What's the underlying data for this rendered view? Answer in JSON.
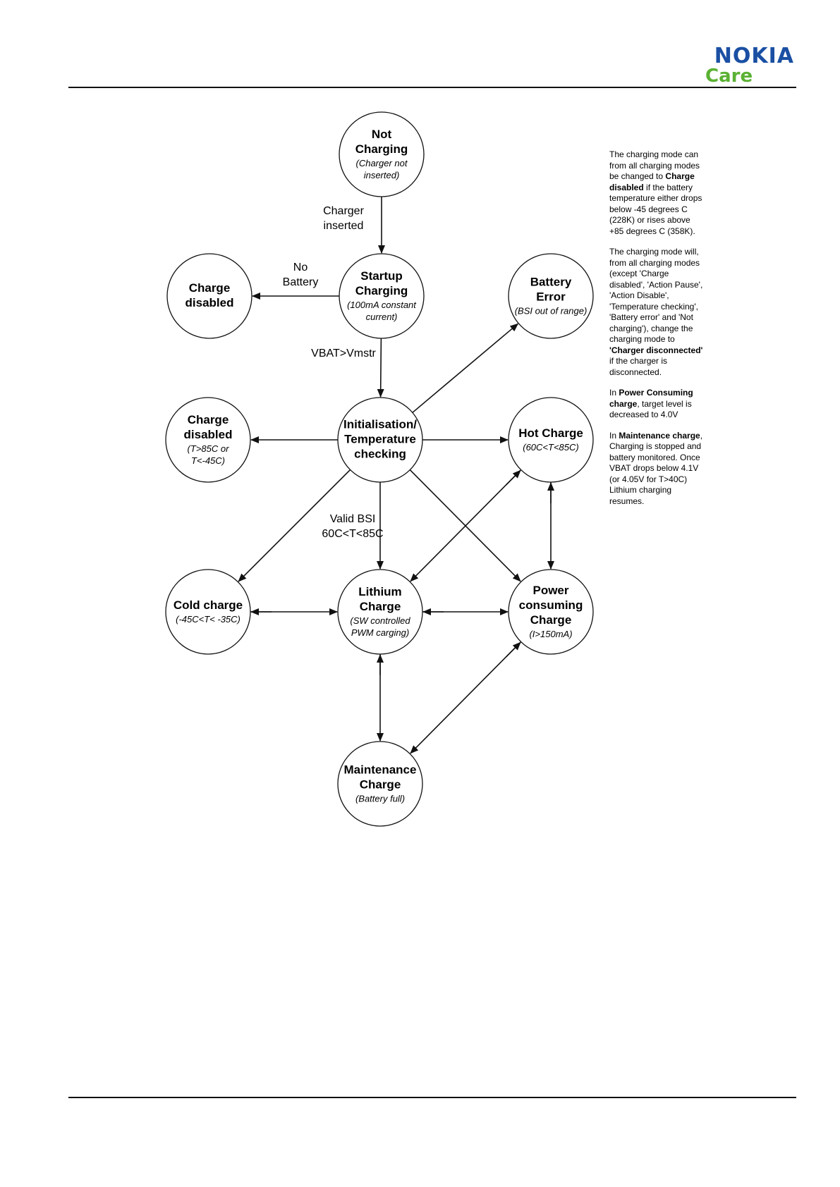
{
  "header": {
    "logo_word": "NOKIA",
    "logo_sub": "Care"
  },
  "diagram": {
    "nodes": [
      {
        "id": "not-charging",
        "title": [
          "Not",
          "Charging"
        ],
        "sub": [
          "(Charger not",
          "inserted)"
        ]
      },
      {
        "id": "startup",
        "title": [
          "Startup",
          "Charging"
        ],
        "sub": [
          "(100mA constant",
          "current)"
        ]
      },
      {
        "id": "charge-disabled-top",
        "title": [
          "Charge",
          "disabled"
        ],
        "sub": []
      },
      {
        "id": "battery-error",
        "title": [
          "Battery",
          "Error"
        ],
        "sub": [
          "(BSI out of range)"
        ]
      },
      {
        "id": "init-temp",
        "title": [
          "Initialisation/",
          "Temperature",
          "checking"
        ],
        "sub": []
      },
      {
        "id": "charge-disabled-mid",
        "title": [
          "Charge",
          "disabled"
        ],
        "sub": [
          "(T>85C or",
          "T<-45C)"
        ]
      },
      {
        "id": "hot-charge",
        "title": [
          "Hot Charge"
        ],
        "sub": [
          "(60C<T<85C)"
        ]
      },
      {
        "id": "cold-charge",
        "title": [
          "Cold charge"
        ],
        "sub": [
          "(-45C<T< -35C)"
        ]
      },
      {
        "id": "lithium",
        "title": [
          "Lithium",
          "Charge"
        ],
        "sub": [
          "(SW controlled",
          "PWM carging)"
        ]
      },
      {
        "id": "power-consuming",
        "title": [
          "Power",
          "consuming",
          "Charge"
        ],
        "sub": [
          "(I>150mA)"
        ]
      },
      {
        "id": "maintenance",
        "title": [
          "Maintenance",
          "Charge"
        ],
        "sub": [
          "(Battery full)"
        ]
      }
    ],
    "edge_labels": {
      "charger_inserted": [
        "Charger",
        "inserted"
      ],
      "no_battery": [
        "No",
        "Battery"
      ],
      "vbat": [
        "VBAT>Vmstr"
      ],
      "valid_bsi": [
        "Valid BSI",
        "60C<T<85C"
      ]
    }
  },
  "notes": [
    {
      "parts": [
        {
          "text": "The charging mode can from all charging modes be changed to ",
          "bold": false
        },
        {
          "text": "Charge disabled",
          "bold": true
        },
        {
          "text": " if the battery temperature either drops below -45 degrees C (228K) or rises above +85 degrees C (358K).",
          "bold": false
        }
      ]
    },
    {
      "parts": [
        {
          "text": "The charging mode will, from all charging modes (except 'Charge disabled', 'Action Pause', 'Action Disable', 'Temperature checking', 'Battery error' and 'Not charging'), change the charging mode to ",
          "bold": false
        },
        {
          "text": "'Charger disconnected'",
          "bold": true
        },
        {
          "text": " if the charger is disconnected.",
          "bold": false
        }
      ]
    },
    {
      "parts": [
        {
          "text": "In ",
          "bold": false
        },
        {
          "text": "Power Consuming charge",
          "bold": true
        },
        {
          "text": ", target level is decreased to 4.0V",
          "bold": false
        }
      ]
    },
    {
      "parts": [
        {
          "text": "In ",
          "bold": false
        },
        {
          "text": "Maintenance charge",
          "bold": true
        },
        {
          "text": ", Charging is stopped and battery monitored. Once VBAT drops below 4.1V (or 4.05V for T>40C) Lithium charging resumes.",
          "bold": false
        }
      ]
    }
  ]
}
